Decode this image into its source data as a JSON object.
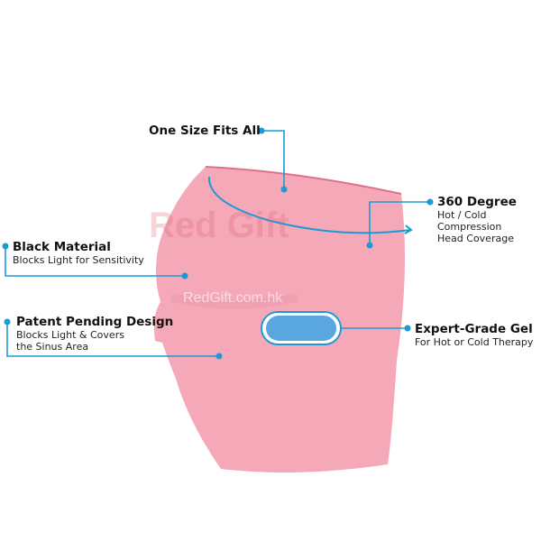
{
  "callouts": {
    "one_size": {
      "title": "One Size Fits All"
    },
    "degree": {
      "title": "360 Degree",
      "lines": [
        "Hot / Cold",
        "Compression",
        "Head Coverage"
      ]
    },
    "black": {
      "title": "Black Material",
      "lines": [
        "Blocks Light for Sensitivity"
      ]
    },
    "patent": {
      "title": "Patent Pending Design",
      "lines": [
        "Blocks Light & Covers",
        "the Sinus Area"
      ]
    },
    "gel": {
      "title": "Expert-Grade Gel",
      "lines": [
        "For Hot or Cold Therapy"
      ]
    }
  },
  "watermark": {
    "logo": "Red Gift",
    "url": "RedGift.com.hk"
  },
  "colors": {
    "product": "#f5a9b8",
    "accent": "#1c9ad6",
    "gel": "#5aa6e0"
  }
}
